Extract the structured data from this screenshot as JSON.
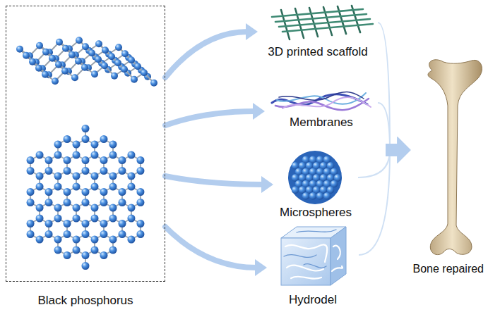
{
  "diagram": {
    "nodes": [
      {
        "text": [
          "Black phosphorus"
        ]
      },
      {
        "text": [
          "3D printed scaffold"
        ]
      },
      {
        "text": [
          "Membranes"
        ]
      },
      {
        "text": [
          "Microspheres"
        ]
      },
      {
        "text": [
          "Hydrodel"
        ]
      },
      {
        "text": [
          "Bone repaired"
        ]
      }
    ],
    "edges": [
      {
        "from": 0,
        "to": 1,
        "arrow": "to"
      },
      {
        "from": 0,
        "to": 2,
        "arrow": "to"
      },
      {
        "from": 0,
        "to": 3,
        "arrow": "to"
      },
      {
        "from": 0,
        "to": 4,
        "arrow": "to"
      },
      {
        "from": 1,
        "to": 5,
        "arrow": "to"
      },
      {
        "from": 2,
        "to": 5,
        "arrow": "to"
      },
      {
        "from": 3,
        "to": 5,
        "arrow": "to"
      },
      {
        "from": 4,
        "to": 5,
        "arrow": "to"
      }
    ]
  }
}
